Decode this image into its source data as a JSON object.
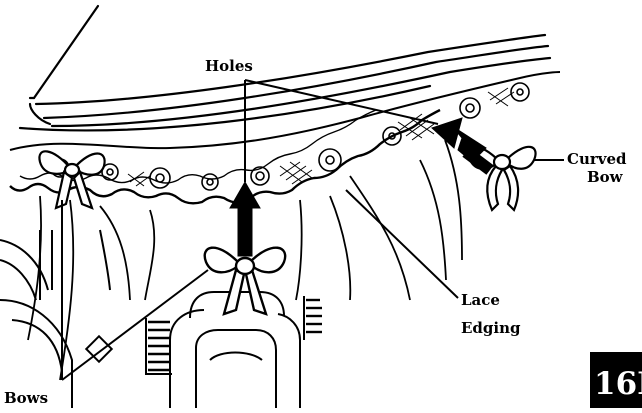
{
  "labels": {
    "holes": "Holes",
    "curved_bow_line1": "Curved",
    "curved_bow_line2": "Bow",
    "lace_line1": "Lace",
    "lace_line2": "Edging",
    "bows": "Bows"
  },
  "page_badge": "16I",
  "colors": {
    "ink": "#000000",
    "paper": "#ffffff"
  }
}
